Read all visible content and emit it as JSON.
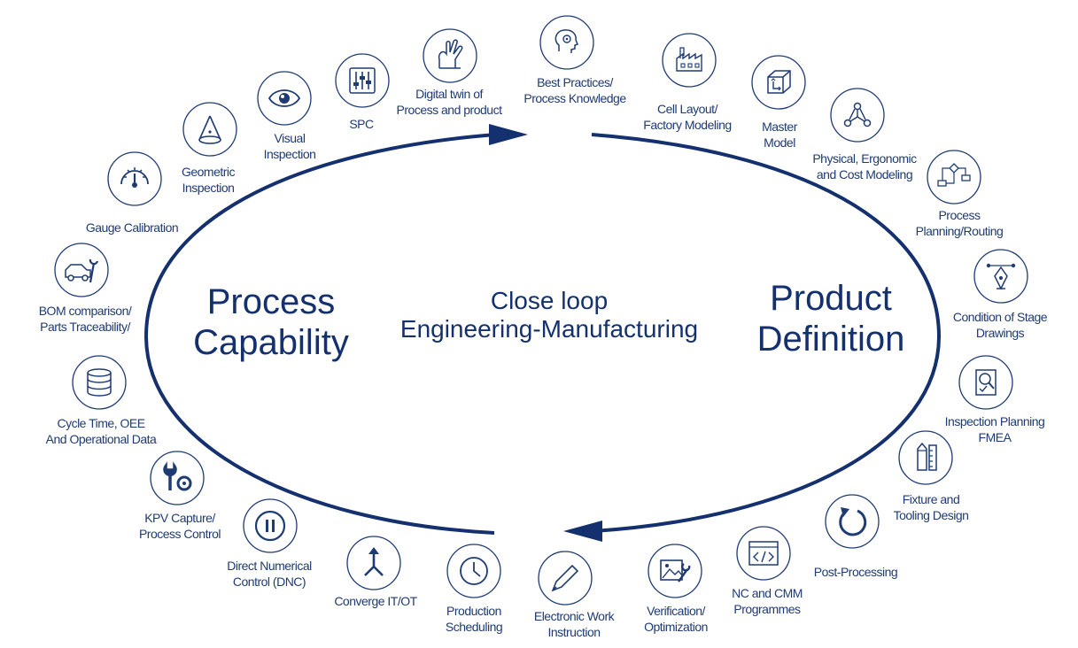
{
  "left_title": [
    "Process",
    "Capability"
  ],
  "right_title": [
    "Product",
    "Definition"
  ],
  "center_title": [
    "Close loop",
    "Engineering-Manufacturing"
  ],
  "colors": {
    "primary": "#14306e",
    "circle_stroke": "#1f3b73",
    "label": "#1f3b73"
  },
  "nodes": [
    {
      "id": "best-practices",
      "icon": "head-gear-icon",
      "label": [
        "Best Practices/",
        "Process Knowledge"
      ]
    },
    {
      "id": "cell-layout",
      "icon": "factory-icon",
      "label": [
        "Cell Layout/",
        "Factory Modeling"
      ]
    },
    {
      "id": "master-model",
      "icon": "cube-icon",
      "label": [
        "Master",
        "Model"
      ]
    },
    {
      "id": "physical-modeling",
      "icon": "triangle-nodes-icon",
      "label": [
        "Physical, Ergonomic",
        "and Cost Modeling"
      ]
    },
    {
      "id": "process-planning",
      "icon": "flowchart-icon",
      "label": [
        "Process",
        "Planning/Routing"
      ]
    },
    {
      "id": "condition-drawings",
      "icon": "pen-nib-icon",
      "label": [
        "Condition of Stage",
        "Drawings"
      ]
    },
    {
      "id": "inspection-planning",
      "icon": "document-magnifier-icon",
      "label": [
        "Inspection Planning",
        "FMEA"
      ]
    },
    {
      "id": "fixture-tooling",
      "icon": "pencil-ruler-icon",
      "label": [
        "Fixture and",
        "Tooling Design"
      ]
    },
    {
      "id": "post-processing",
      "icon": "refresh-arrow-icon",
      "label": [
        "Post-Processing"
      ]
    },
    {
      "id": "nc-cmm",
      "icon": "code-window-icon",
      "label": [
        "NC and CMM",
        "Programmes"
      ]
    },
    {
      "id": "verification",
      "icon": "image-wrench-icon",
      "label": [
        "Verification/",
        "Optimization"
      ]
    },
    {
      "id": "electronic-work",
      "icon": "pen-stylus-icon",
      "label": [
        "Electronic Work",
        "Instruction"
      ]
    },
    {
      "id": "production-scheduling",
      "icon": "clock-icon",
      "label": [
        "Production",
        "Scheduling"
      ]
    },
    {
      "id": "converge-it-ot",
      "icon": "merge-arrows-icon",
      "label": [
        "Converge IT/OT"
      ]
    },
    {
      "id": "dnc",
      "icon": "pause-icon",
      "label": [
        "Direct Numerical",
        "Control (DNC)"
      ]
    },
    {
      "id": "kpv-capture",
      "icon": "wrench-gear-icon",
      "label": [
        "KPV Capture/",
        "Process Control"
      ]
    },
    {
      "id": "cycle-time",
      "icon": "database-icon",
      "label": [
        "Cycle Time, OEE",
        "And Operational Data"
      ]
    },
    {
      "id": "bom-comparison",
      "icon": "car-wrench-icon",
      "label": [
        "BOM comparison/",
        "Parts Traceability/"
      ]
    },
    {
      "id": "gauge-calibration",
      "icon": "gauge-icon",
      "label": [
        "Gauge Calibration"
      ]
    },
    {
      "id": "geometric-inspection",
      "icon": "cone-icon",
      "label": [
        "Geometric",
        "Inspection"
      ]
    },
    {
      "id": "visual-inspection",
      "icon": "eye-icon",
      "label": [
        "Visual",
        "Inspection"
      ]
    },
    {
      "id": "spc",
      "icon": "sliders-icon",
      "label": [
        "SPC"
      ]
    },
    {
      "id": "digital-twin",
      "icon": "hand-twin-icon",
      "label": [
        "Digital twin of",
        "Process and product"
      ]
    }
  ]
}
